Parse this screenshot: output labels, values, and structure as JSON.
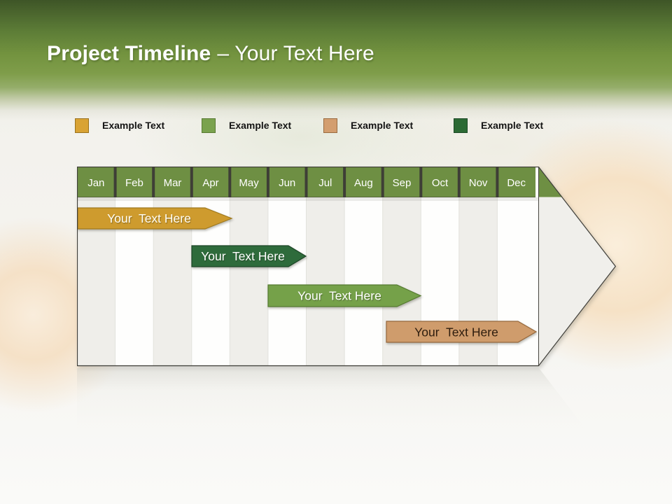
{
  "title": {
    "main": "Project Timeline",
    "suffix": "– Your Text Here"
  },
  "legend": {
    "items": [
      {
        "label": "Example Text",
        "color": "#D9A334",
        "border": "#9A731E"
      },
      {
        "label": "Example Text",
        "color": "#7AA24E",
        "border": "#597B33"
      },
      {
        "label": "Example Text",
        "color": "#D39E6F",
        "border": "#9A6C40"
      },
      {
        "label": "Example Text",
        "color": "#2C6A34",
        "border": "#1D4A26"
      }
    ]
  },
  "timeline": {
    "header_color": "#6E8F43",
    "months": [
      "Jan",
      "Feb",
      "Mar",
      "Apr",
      "May",
      "Jun",
      "Jul",
      "Aug",
      "Sep",
      "Oct",
      "Nov",
      "Dec"
    ],
    "bars": [
      {
        "label": "Your  Text Here",
        "start_month": "Jan",
        "end_month": "Apr",
        "color": "#CE9B2E",
        "border": "#A07A1E",
        "text_color": "#FFFDF5"
      },
      {
        "label": "Your  Text Here",
        "start_month": "Apr",
        "end_month": "May",
        "color": "#2E6B3B",
        "border": "#1C4526",
        "text_color": "#FFFFFF"
      },
      {
        "label": "Your  Text Here",
        "start_month": "Jun",
        "end_month": "Sep",
        "color": "#75A149",
        "border": "#567B31",
        "text_color": "#FFFFFF"
      },
      {
        "label": "Your  Text Here",
        "start_month": "Sep",
        "end_month": "Dec",
        "color": "#CF9C6C",
        "border": "#96683C",
        "text_color": "#2E1D0E"
      }
    ]
  }
}
